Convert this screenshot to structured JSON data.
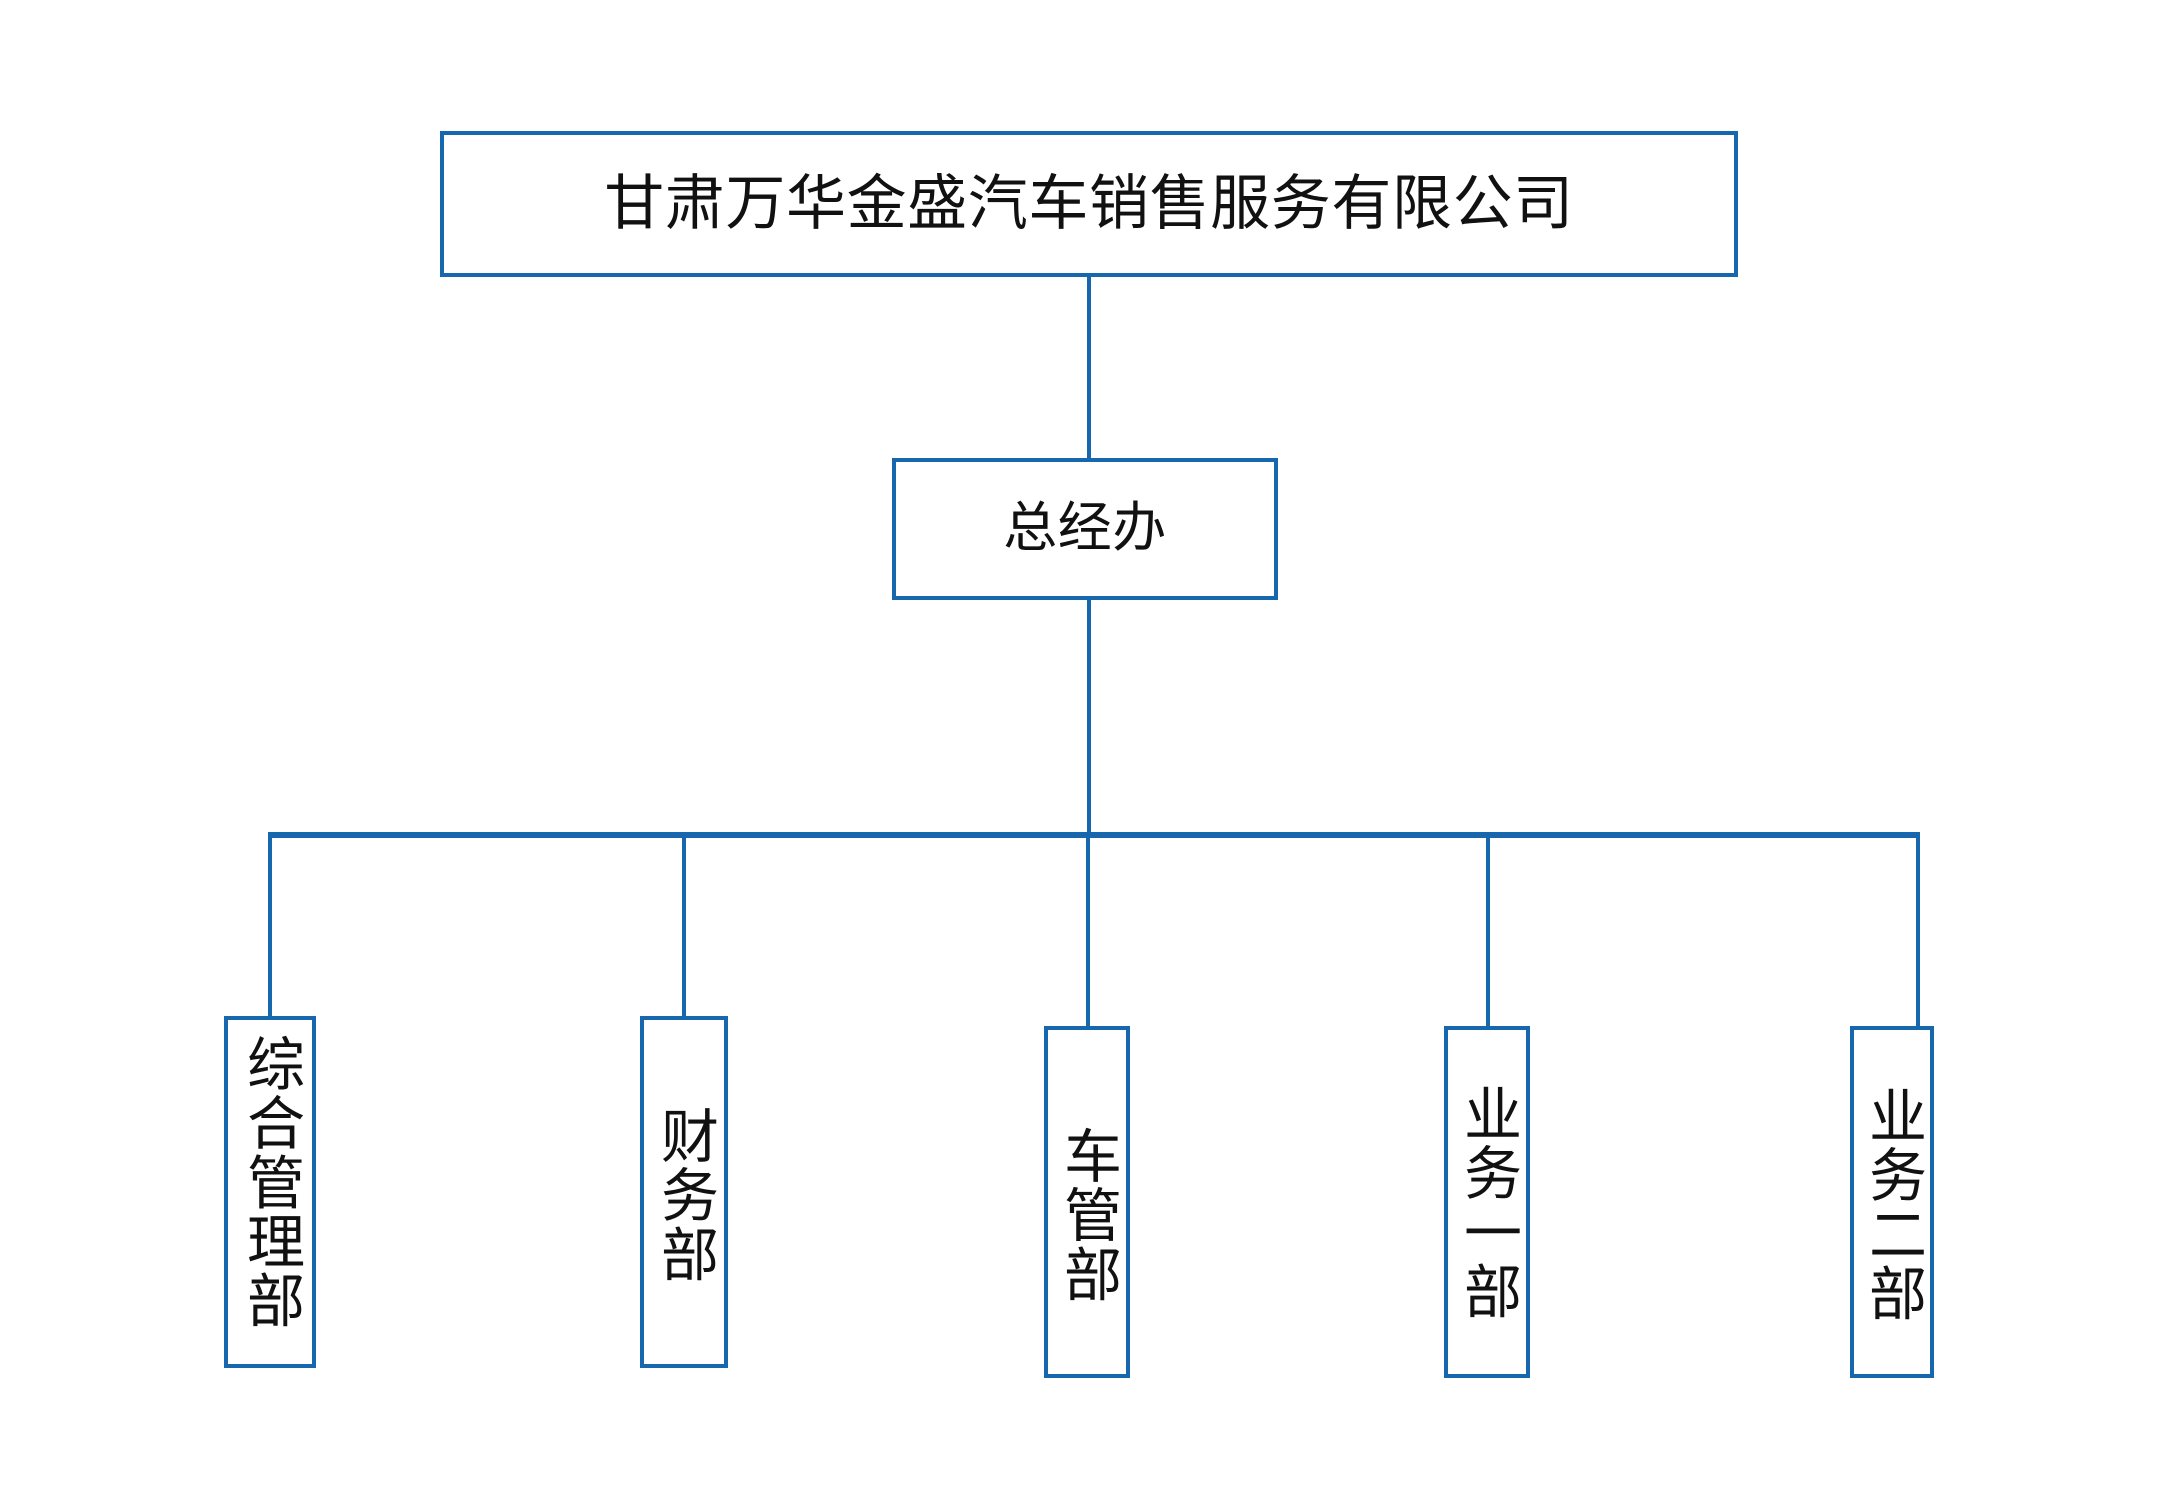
{
  "chart": {
    "type": "org-chart",
    "title": "甘肃万华金盛汽车销售服务有限公司",
    "accent_color": "#1667ad",
    "text_color": "#111111",
    "background_color": "#ffffff"
  },
  "nodes": {
    "root": {
      "label": "甘肃万华金盛汽车销售服务有限公司",
      "level": 0,
      "orientation": "horizontal"
    },
    "general_manager_office": {
      "label": "总经办",
      "level": 1,
      "orientation": "horizontal"
    },
    "departments": [
      {
        "label": "综合管理部",
        "level": 2,
        "orientation": "vertical"
      },
      {
        "label": "财务部",
        "level": 2,
        "orientation": "vertical"
      },
      {
        "label": "车管部",
        "level": 2,
        "orientation": "vertical"
      },
      {
        "label": "业务一部",
        "level": 2,
        "orientation": "vertical"
      },
      {
        "label": "业务二部",
        "level": 2,
        "orientation": "vertical"
      }
    ]
  },
  "connections": [
    {
      "from": "root",
      "to": "general_manager_office"
    },
    {
      "from": "general_manager_office",
      "to": "综合管理部"
    },
    {
      "from": "general_manager_office",
      "to": "财务部"
    },
    {
      "from": "general_manager_office",
      "to": "车管部"
    },
    {
      "from": "general_manager_office",
      "to": "业务一部"
    },
    {
      "from": "general_manager_office",
      "to": "业务二部"
    }
  ]
}
